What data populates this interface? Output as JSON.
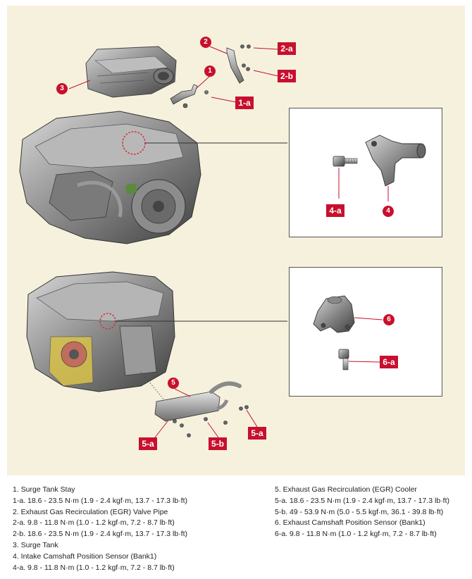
{
  "callouts": {
    "n1": "1",
    "n2": "2",
    "n3": "3",
    "n4": "4",
    "n5": "5",
    "n6": "6",
    "t1a": "1-a",
    "t2a": "2-a",
    "t2b": "2-b",
    "t4a": "4-a",
    "t5a_left": "5-a",
    "t5b": "5-b",
    "t5a_right": "5-a",
    "t6a": "6-a"
  },
  "legend_left": [
    "1. Surge Tank Stay",
    "1-a. 18.6 - 23.5 N·m (1.9 - 2.4 kgf·m, 13.7 - 17.3 lb·ft)",
    "2. Exhaust Gas Recirculation (EGR) Valve Pipe",
    "2-a. 9.8 - 11.8 N·m (1.0 - 1.2 kgf·m, 7.2 - 8.7 lb·ft)",
    "2-b. 18.6 - 23.5 N·m (1.9 - 2.4 kgf·m, 13.7 - 17.3 lb·ft)",
    "3. Surge Tank",
    "4. Intake Camshaft Position Sensor (Bank1)",
    "4-a. 9.8 - 11.8 N·m (1.0 - 1.2 kgf·m, 7.2 - 8.7 lb·ft)"
  ],
  "legend_right": [
    "5. Exhaust Gas Recirculation (EGR) Cooler",
    "5-a. 18.6 - 23.5 N·m (1.9 - 2.4 kgf·m, 13.7 - 17.3 lb·ft)",
    "5-b. 49 - 53.9 N·m (5.0 - 5.5 kgf·m, 36.1 - 39.8 lb·ft)",
    "6. Exhaust Camshaft Position Sensor (Bank1)",
    "6-a. 9.8 - 11.8 N·m (1.0 - 1.2 kgf·m, 7.2 - 8.7 lb·ft)"
  ]
}
